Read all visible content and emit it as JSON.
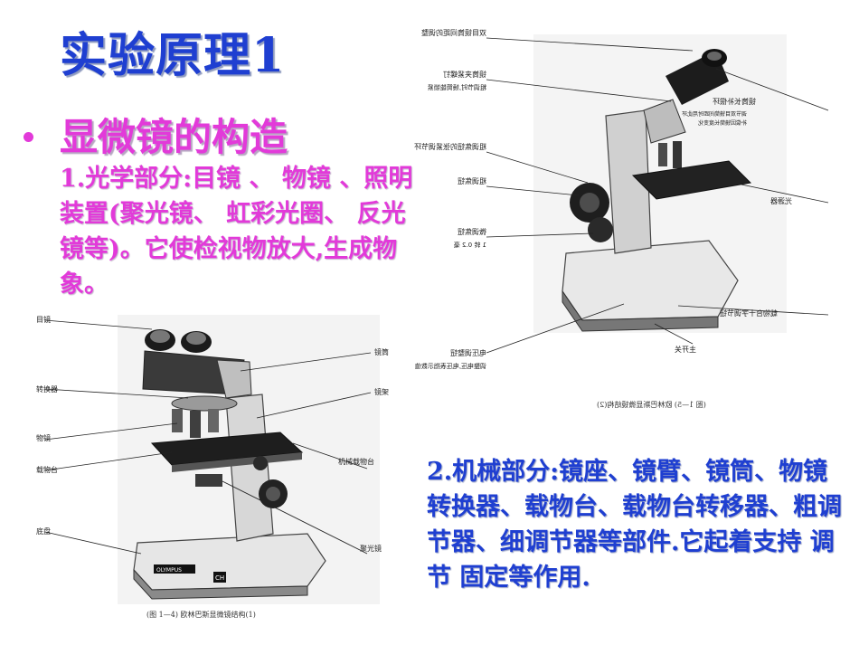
{
  "slide": {
    "title": "实验原理1",
    "heading": "显微镜的构造",
    "optical_text": "1.光学部分:目镜 、 物镜 、照明装置(聚光镜、 虹彩光圈、 反光镜等)。它使检视物放大,生成物象。",
    "mechanical_text": "2.机械部分:镜座、镜臂、镜筒、物镜转换器、载物台、载物台转移器、粗调节器、细调节器等部件.它起着支持 调节 固定等作用."
  },
  "figure_left": {
    "labels": {
      "eyepiece": "目镜",
      "tube": "镜筒",
      "nosepiece": "转换器",
      "arm": "镜架",
      "objective": "物镜",
      "mechanical_stage": "机械载物台",
      "stage": "载物台",
      "base": "底盘",
      "condenser": "聚光镜"
    },
    "brand": "OLYMPUS",
    "model": "CH",
    "caption": "(图 1—4) 欧林巴斯显微镜结构(1)"
  },
  "figure_right": {
    "labels": {
      "binocular_adjust": "双目镜筒间距的调整",
      "lens_lock": "镜筒夹紧螺钉",
      "lens_lock_note": "粗调节时,镜筒能锁紧",
      "diopter": "镜筒长补偿环",
      "diopter_note1": "调节双目镜筒间距时用此环",
      "diopter_note2": "补偿因镜筒长度变化",
      "coarse_tension": "粗调焦钮的张紧调节环",
      "coarse": "粗调焦钮",
      "fine": "微调焦钮",
      "fine_note": "1 转 0.2 毫",
      "lamp": "光源器",
      "stage_cross": "载物台十字调节钮",
      "voltage": "电压调整钮",
      "voltage_note": "调整电压,电压表指示数值",
      "switch": "主开关"
    },
    "caption": "(图 1—5) 欧林巴斯显微镜结构(2)"
  }
}
